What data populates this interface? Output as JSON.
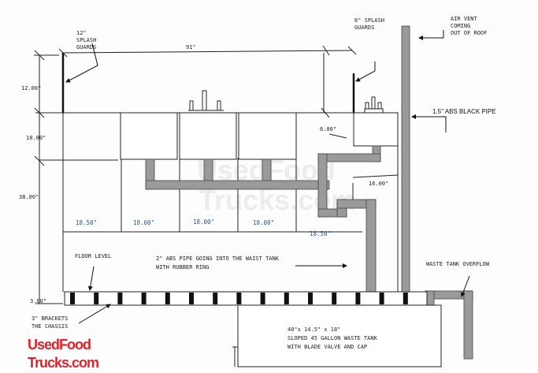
{
  "labels": {
    "splash_left": [
      "12\"",
      "SPLASH",
      "GUARDS"
    ],
    "splash_right": [
      "6\" SPLASH",
      "GUARDS"
    ],
    "air_vent": [
      "AIR VENT",
      "COMING",
      "OUT OF ROOF"
    ],
    "vent_pipe": "1.5\" ABS BLACK PIPE",
    "floor_level": "FLOOR LEVEL",
    "abs_pipe": [
      "2\" ABS PIPE GOING INTO THE WAIST TANK",
      "WITH RUBBER RING"
    ],
    "overflow": "WASTE TANK OVERFLOW",
    "tank": [
      "40\"x 14.5\" x 18\"",
      "SLOPED  45 GALLON  WASTE TANK",
      "WITH BLADE VALVE AND CAP"
    ],
    "brackets": [
      "3\" BRACKETS",
      "THE CHASSIS"
    ]
  },
  "dimensions": {
    "width_total": "91\"",
    "h12": "12.00\"",
    "h10": "10.00\"",
    "h38": "38.00\"",
    "h3": "3.00\"",
    "d6": "6.00\"",
    "d16": "16.00\"",
    "spacings": [
      "18.50\"",
      "18.00\"",
      "18.00\"",
      "18.00\"",
      "18.50\""
    ]
  },
  "watermark": [
    "UsedFood",
    "Trucks.com"
  ],
  "logo": [
    "UsedFood",
    "Trucks.com"
  ],
  "colors": {
    "pipe": "#9a9a9a",
    "logo": "#e0222b",
    "dim_blue": "#2a5a8a"
  }
}
